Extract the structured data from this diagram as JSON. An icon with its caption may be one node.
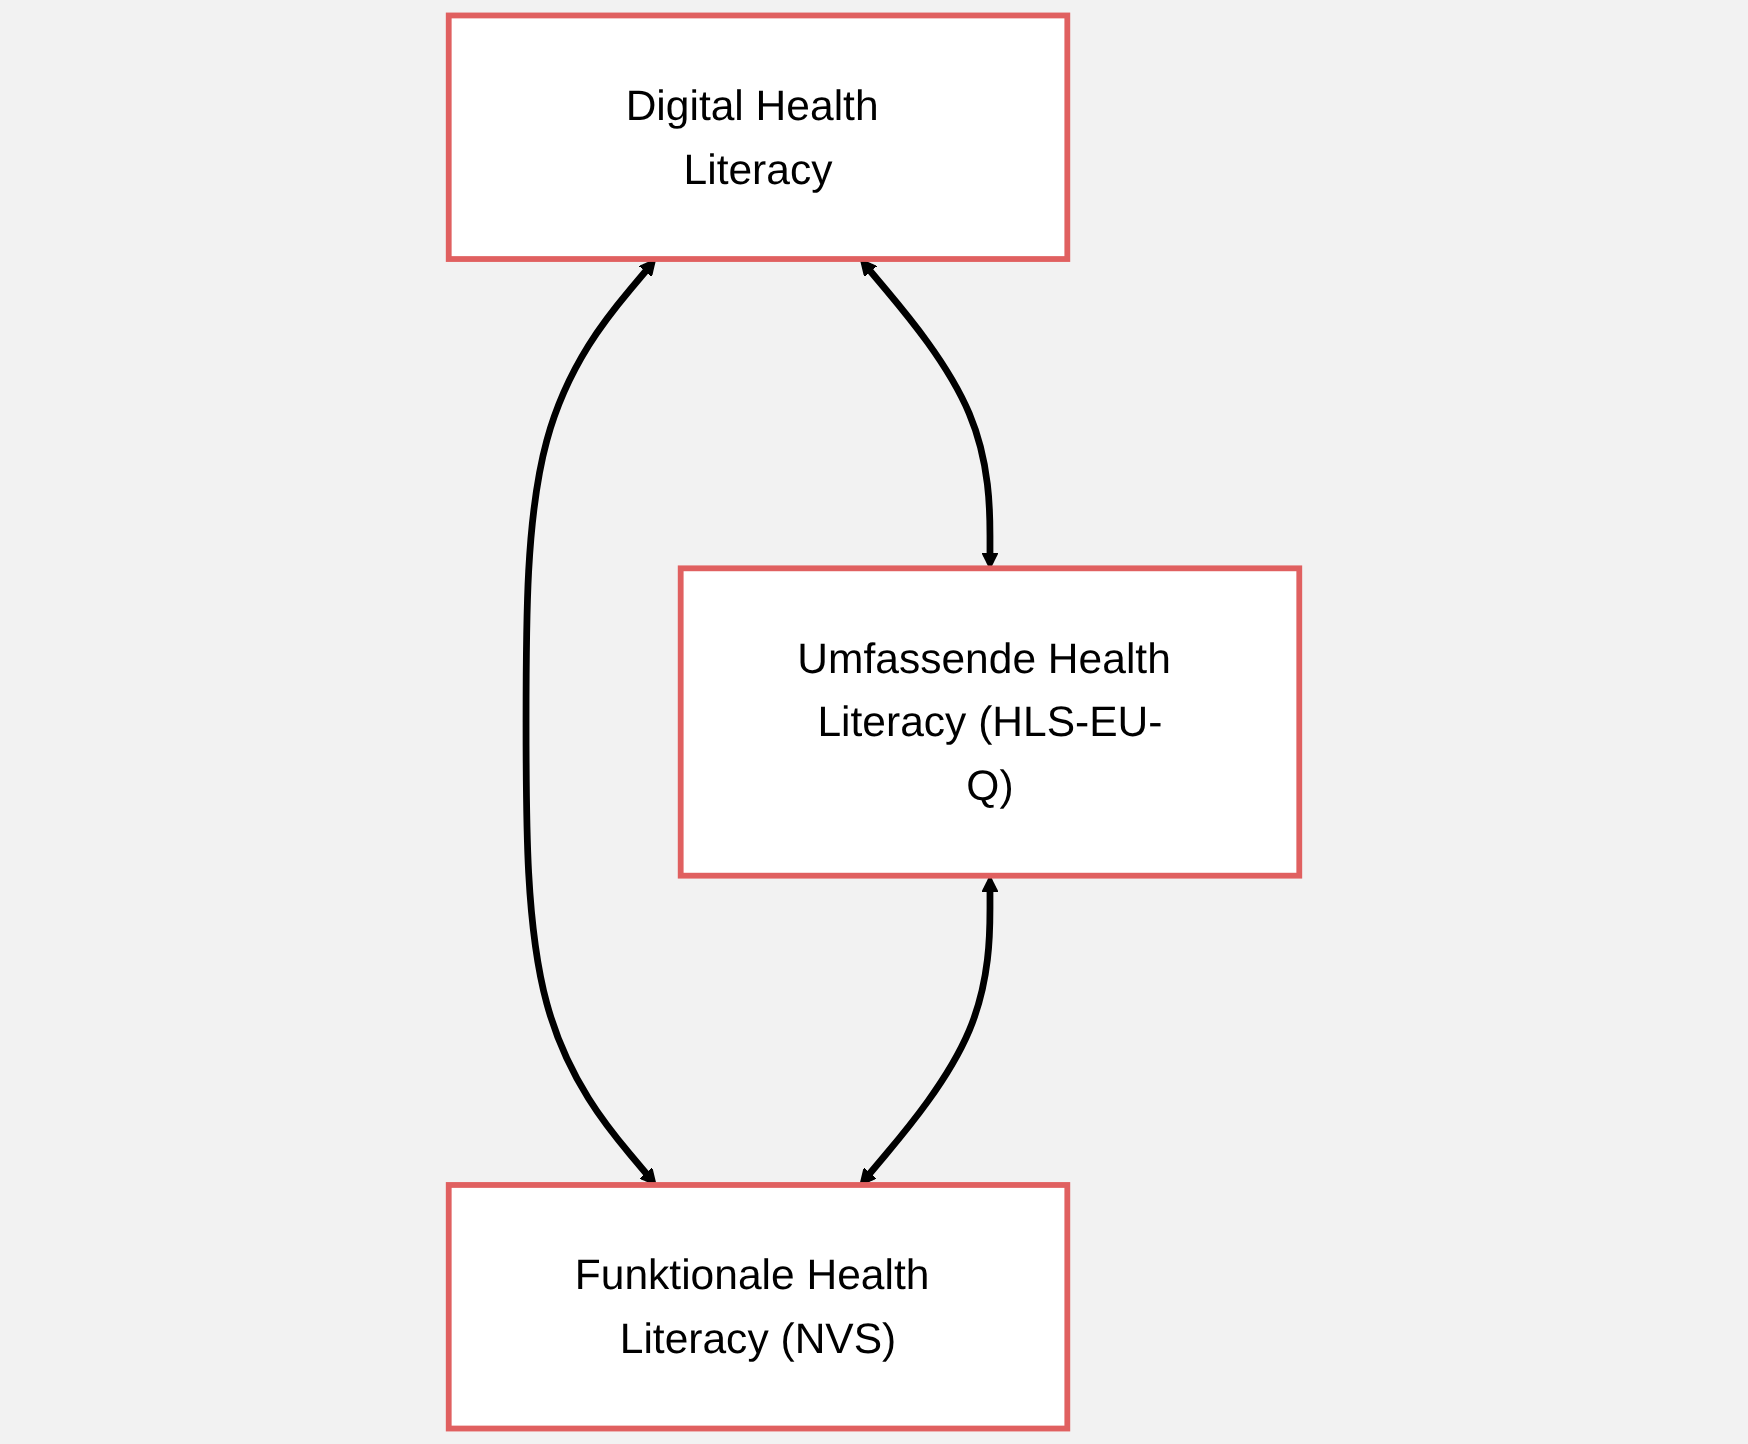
{
  "diagram": {
    "nodes": [
      {
        "text": [
          "Digital Health Literacy"
        ]
      },
      {
        "text": [
          "Umfassende Health Literacy (HLS-EU-Q)"
        ]
      },
      {
        "text": [
          "Funktionale Health Literacy (NVS)"
        ]
      }
    ],
    "edges": [
      {
        "from": 0,
        "to": 1,
        "arrow": "both"
      },
      {
        "from": 0,
        "to": 2,
        "arrow": "both"
      },
      {
        "from": 1,
        "to": 2,
        "arrow": "both"
      }
    ]
  }
}
